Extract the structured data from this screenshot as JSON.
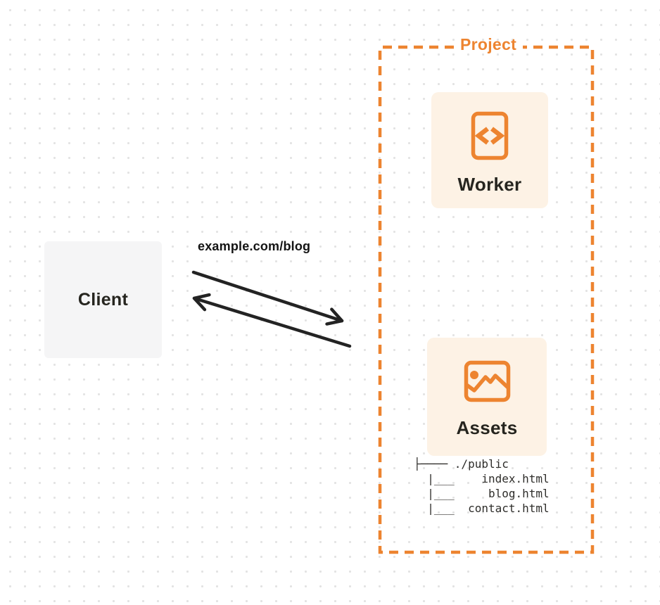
{
  "colors": {
    "accent": "#ED8430",
    "card-bg": "#FDF2E5",
    "client-bg": "#F5F5F6",
    "text": "#26251F",
    "arrow": "#232323",
    "dot": "#E3E3E3"
  },
  "client": {
    "label": "Client"
  },
  "request": {
    "url_label": "example.com/blog"
  },
  "project": {
    "label": "Project",
    "worker": {
      "label": "Worker",
      "icon": "code-file-icon"
    },
    "assets": {
      "label": "Assets",
      "icon": "image-icon",
      "directory": "./public",
      "files": [
        "index.html",
        "blog.html",
        "contact.html"
      ],
      "file_tree": "├──── ./public\n  |___    index.html\n  |___     blog.html\n  |___  contact.html"
    }
  }
}
